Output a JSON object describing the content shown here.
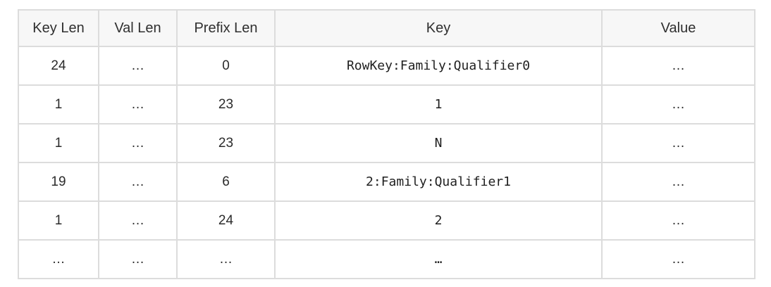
{
  "table": {
    "colors": {
      "border": "#dcdcdc",
      "header_bg": "#f7f7f7",
      "text": "#2b2b2b"
    },
    "columns": {
      "key_len": "Key Len",
      "val_len": "Val Len",
      "prefix_len": "Prefix Len",
      "key": "Key",
      "value": "Value"
    },
    "rows": [
      {
        "key_len": "24",
        "val_len": "…",
        "prefix_len": "0",
        "key": "RowKey:Family:Qualifier0",
        "value": "…"
      },
      {
        "key_len": "1",
        "val_len": "…",
        "prefix_len": "23",
        "key": "1",
        "value": "…"
      },
      {
        "key_len": "1",
        "val_len": "…",
        "prefix_len": "23",
        "key": "N",
        "value": "…"
      },
      {
        "key_len": "19",
        "val_len": "…",
        "prefix_len": "6",
        "key": "2:Family:Qualifier1",
        "value": "…"
      },
      {
        "key_len": "1",
        "val_len": "…",
        "prefix_len": "24",
        "key": "2",
        "value": "…"
      },
      {
        "key_len": "…",
        "val_len": "…",
        "prefix_len": "…",
        "key": "…",
        "value": "…"
      }
    ]
  }
}
